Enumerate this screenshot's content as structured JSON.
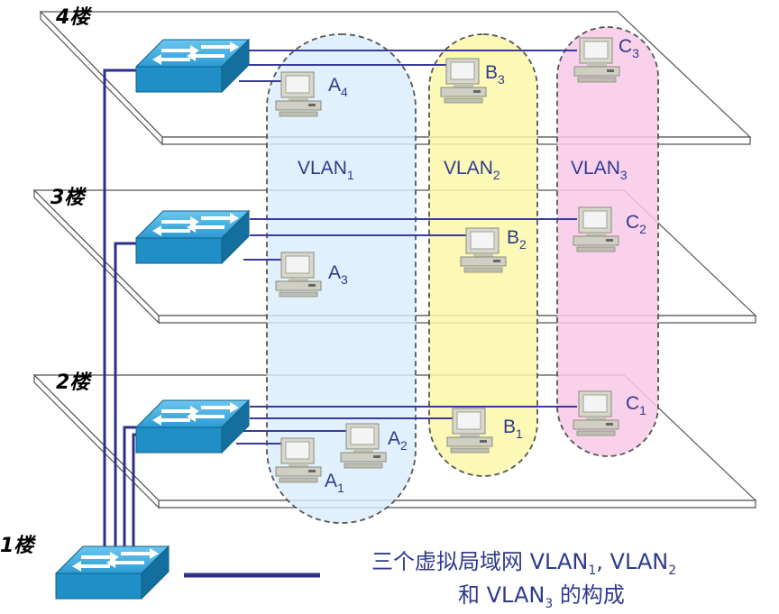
{
  "floors": [
    {
      "id": "f4",
      "label": "4楼"
    },
    {
      "id": "f3",
      "label": "3楼"
    },
    {
      "id": "f2",
      "label": "2楼"
    },
    {
      "id": "f1",
      "label": "1楼"
    }
  ],
  "vlans": [
    {
      "id": "v1",
      "label": "VLAN",
      "sub": "1",
      "color": "#d8ecfb"
    },
    {
      "id": "v2",
      "label": "VLAN",
      "sub": "2",
      "color": "#fbf7a8"
    },
    {
      "id": "v3",
      "label": "VLAN",
      "sub": "3",
      "color": "#f9c9e6"
    }
  ],
  "pcs": [
    {
      "id": "A4",
      "letter": "A",
      "sub": "4"
    },
    {
      "id": "B3",
      "letter": "B",
      "sub": "3"
    },
    {
      "id": "C3",
      "letter": "C",
      "sub": "3"
    },
    {
      "id": "A3",
      "letter": "A",
      "sub": "3"
    },
    {
      "id": "B2",
      "letter": "B",
      "sub": "2"
    },
    {
      "id": "C2",
      "letter": "C",
      "sub": "2"
    },
    {
      "id": "A2",
      "letter": "A",
      "sub": "2"
    },
    {
      "id": "A1",
      "letter": "A",
      "sub": "1"
    },
    {
      "id": "B1",
      "letter": "B",
      "sub": "1"
    },
    {
      "id": "C1",
      "letter": "C",
      "sub": "1"
    }
  ],
  "caption": {
    "line1_prefix": "三个虚拟局域网 VLAN",
    "line1_sub1": "1",
    "line1_mid": ", VLAN",
    "line1_sub2": "2",
    "line2_prefix": "和 VLAN",
    "line2_sub": "3",
    "line2_suffix": " 的构成"
  },
  "colors": {
    "link": "#2e2e8c",
    "switch": "#1e8fc4",
    "pc": "#d6d6c8"
  }
}
